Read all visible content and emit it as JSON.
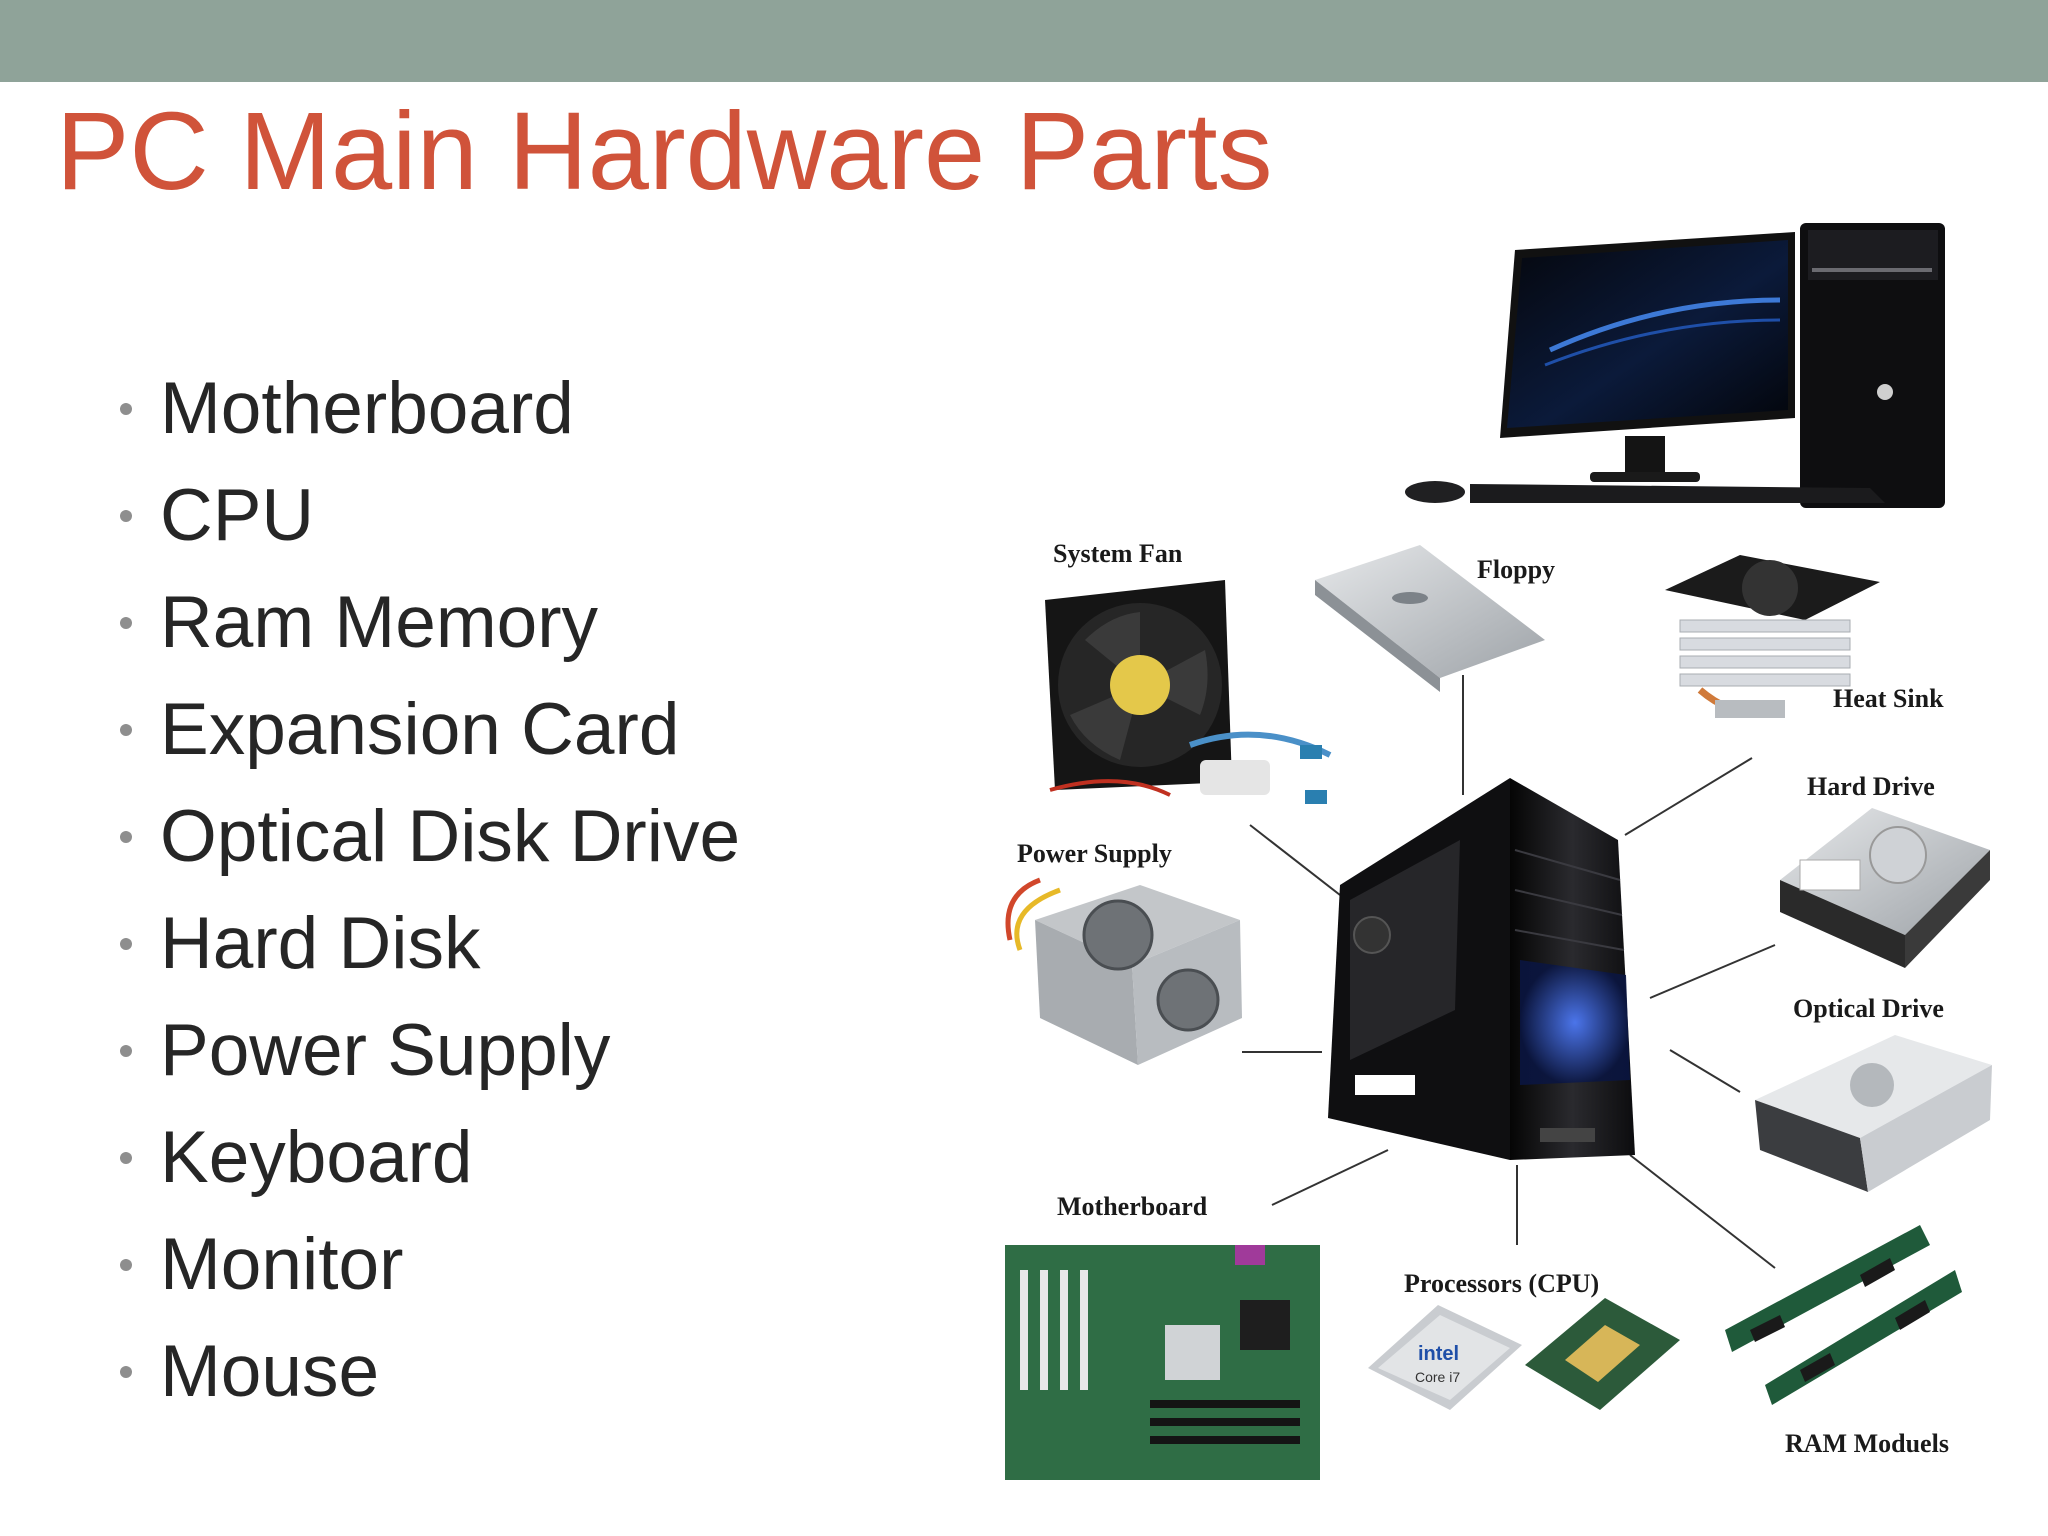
{
  "slide": {
    "title": "PC Main Hardware Parts",
    "bullets": [
      "Motherboard",
      "CPU",
      "Ram Memory",
      "Expansion Card",
      "Optical Disk Drive",
      "Hard Disk",
      "Power Supply",
      "Keyboard",
      "Monitor",
      "Mouse"
    ]
  },
  "figure": {
    "labels": {
      "system_fan": "System Fan",
      "floppy": "Floppy",
      "heat_sink": "Heat Sink",
      "hard_drive": "Hard Drive",
      "power_supply": "Power Supply",
      "optical_drive": "Optical Drive",
      "motherboard": "Motherboard",
      "processors": "Processors (CPU)",
      "ram_modules": "RAM Moduels"
    },
    "cpu_brand": "intel",
    "cpu_model": "Core i7"
  },
  "colors": {
    "top_bar": "#8fa399",
    "title": "#d0533a",
    "text": "#262626",
    "bullet": "#8e8e8e"
  }
}
